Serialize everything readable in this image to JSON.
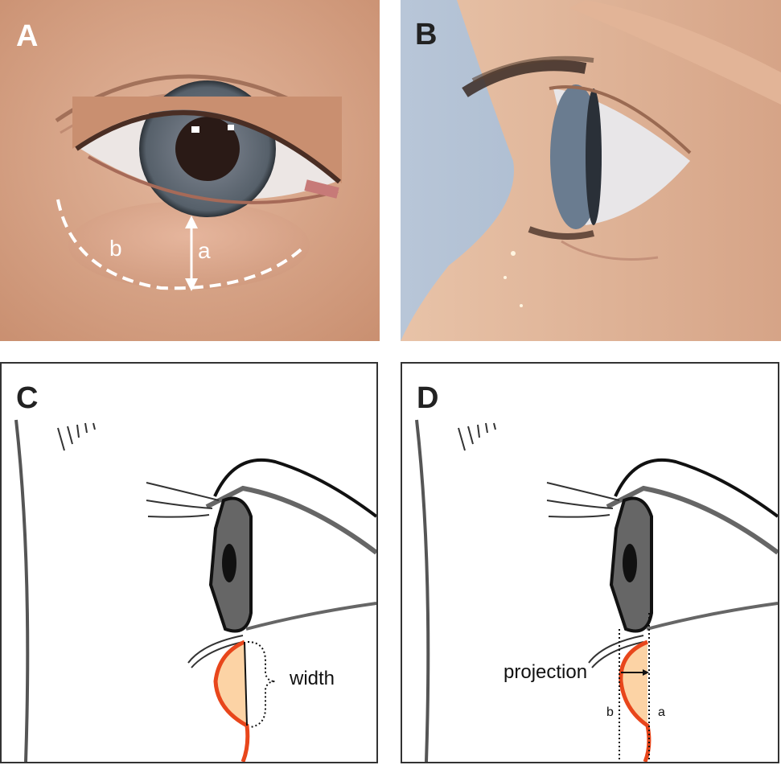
{
  "panels": {
    "a": {
      "letter": "A",
      "labels": {
        "height": "a",
        "length": "b"
      }
    },
    "b": {
      "letter": "B"
    },
    "c": {
      "letter": "C",
      "labels": {
        "width": "width"
      }
    },
    "d": {
      "letter": "D",
      "labels": {
        "projection": "projection",
        "point_a": "a",
        "point_b": "b"
      }
    }
  },
  "colors": {
    "skin": "#d9a88c",
    "iris": "#5c6670",
    "eye_gray": "#5a5a5a",
    "fat_outline": "#e8461b",
    "fat_fill": "#fcd3a5",
    "background_b": "#aab8cc"
  }
}
